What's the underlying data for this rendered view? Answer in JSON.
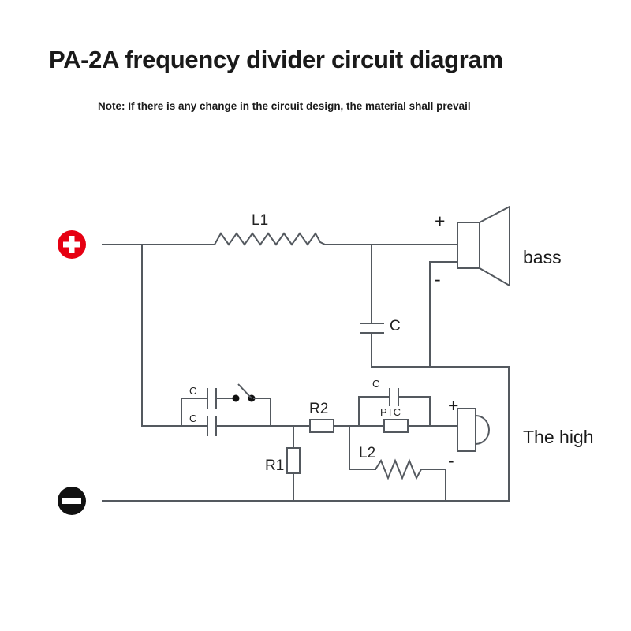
{
  "header": {
    "title": "PA-2A frequency divider circuit diagram",
    "note": "Note: If there is any change in the circuit design, the material shall prevail"
  },
  "terminals": {
    "positive": {
      "name": "positive-terminal",
      "symbol": "+",
      "color": "#e60012"
    },
    "negative": {
      "name": "negative-terminal",
      "symbol": "-",
      "color": "#111111"
    }
  },
  "speakers": [
    {
      "id": "bass",
      "label": "bass",
      "type": "woofer",
      "plus_label": "+",
      "minus_label": "-"
    },
    {
      "id": "tweeter",
      "label": "The high",
      "type": "tweeter",
      "plus_label": "+",
      "minus_label": "-"
    }
  ],
  "components": [
    {
      "id": "L1",
      "label": "L1",
      "type": "inductor",
      "branch": "bass-high-pass-series"
    },
    {
      "id": "C1",
      "label": "C",
      "type": "capacitor",
      "branch": "bass-shunt"
    },
    {
      "id": "C2",
      "label": "C",
      "type": "capacitor",
      "branch": "tweeter-series-upper"
    },
    {
      "id": "C3",
      "label": "C",
      "type": "capacitor",
      "branch": "tweeter-series-lower"
    },
    {
      "id": "SW1",
      "label": "",
      "type": "switch",
      "branch": "tweeter-series-upper",
      "state": "open"
    },
    {
      "id": "R2",
      "label": "R2",
      "type": "resistor",
      "branch": "tweeter-series"
    },
    {
      "id": "R1",
      "label": "R1",
      "type": "resistor",
      "branch": "tweeter-shunt"
    },
    {
      "id": "C4",
      "label": "C",
      "type": "capacitor",
      "branch": "ptc-parallel"
    },
    {
      "id": "PTC",
      "label": "PTC",
      "type": "thermistor",
      "branch": "tweeter-protection"
    },
    {
      "id": "L2",
      "label": "L2",
      "type": "inductor",
      "branch": "tweeter-shunt"
    }
  ],
  "colors": {
    "wire": "#54595f",
    "text": "#222222",
    "positive": "#e60012",
    "negative": "#111111",
    "background": "#ffffff"
  }
}
